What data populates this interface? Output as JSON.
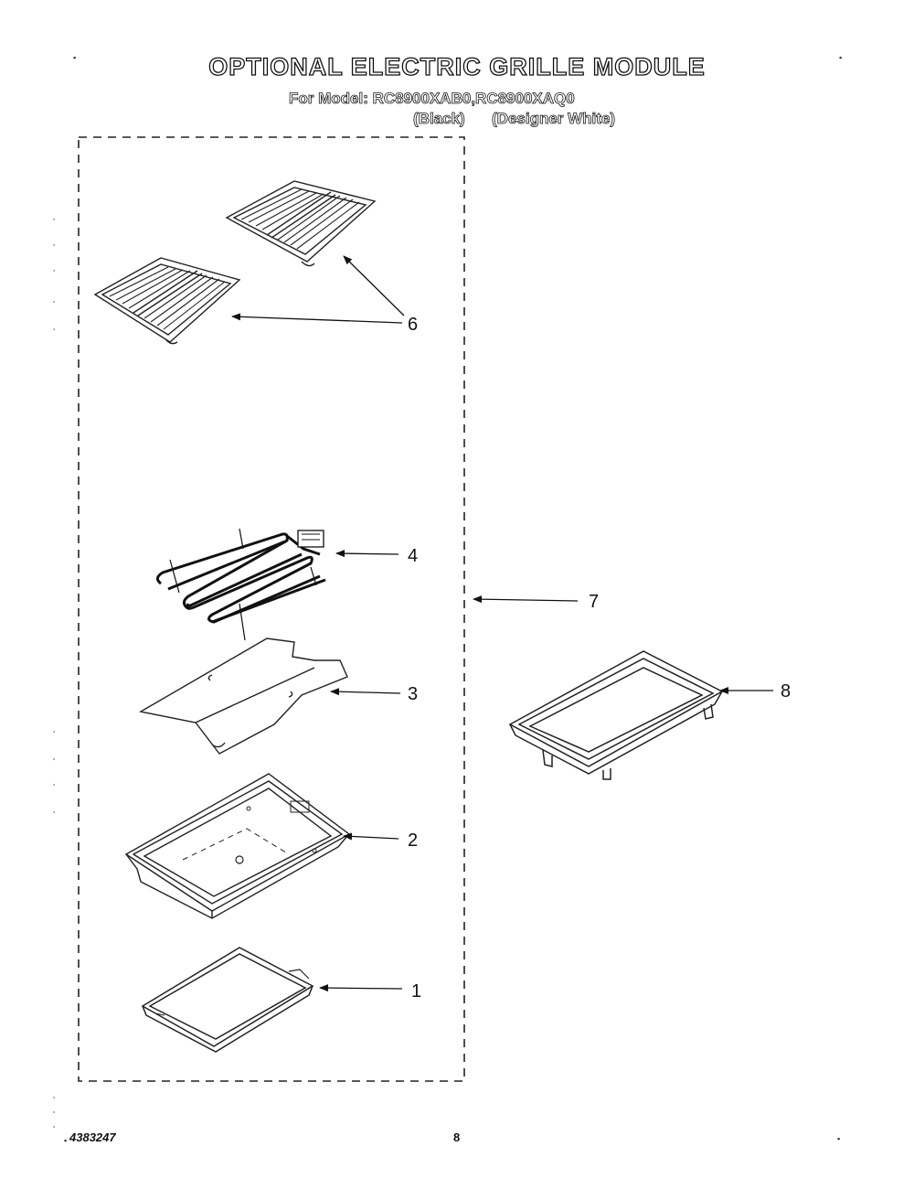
{
  "header": {
    "title": "OPTIONAL ELECTRIC GRILLE MODULE",
    "model_line": "For Model: RC8900XAB0,RC8900XAQ0",
    "variant_black": "(Black)",
    "variant_white": "(Designer White)"
  },
  "callouts": {
    "c6": "6",
    "c4": "4",
    "c7": "7",
    "c3": "3",
    "c8": "8",
    "c2": "2",
    "c1": "1"
  },
  "footer": {
    "doc_number": "4383247",
    "page_number": "8"
  }
}
